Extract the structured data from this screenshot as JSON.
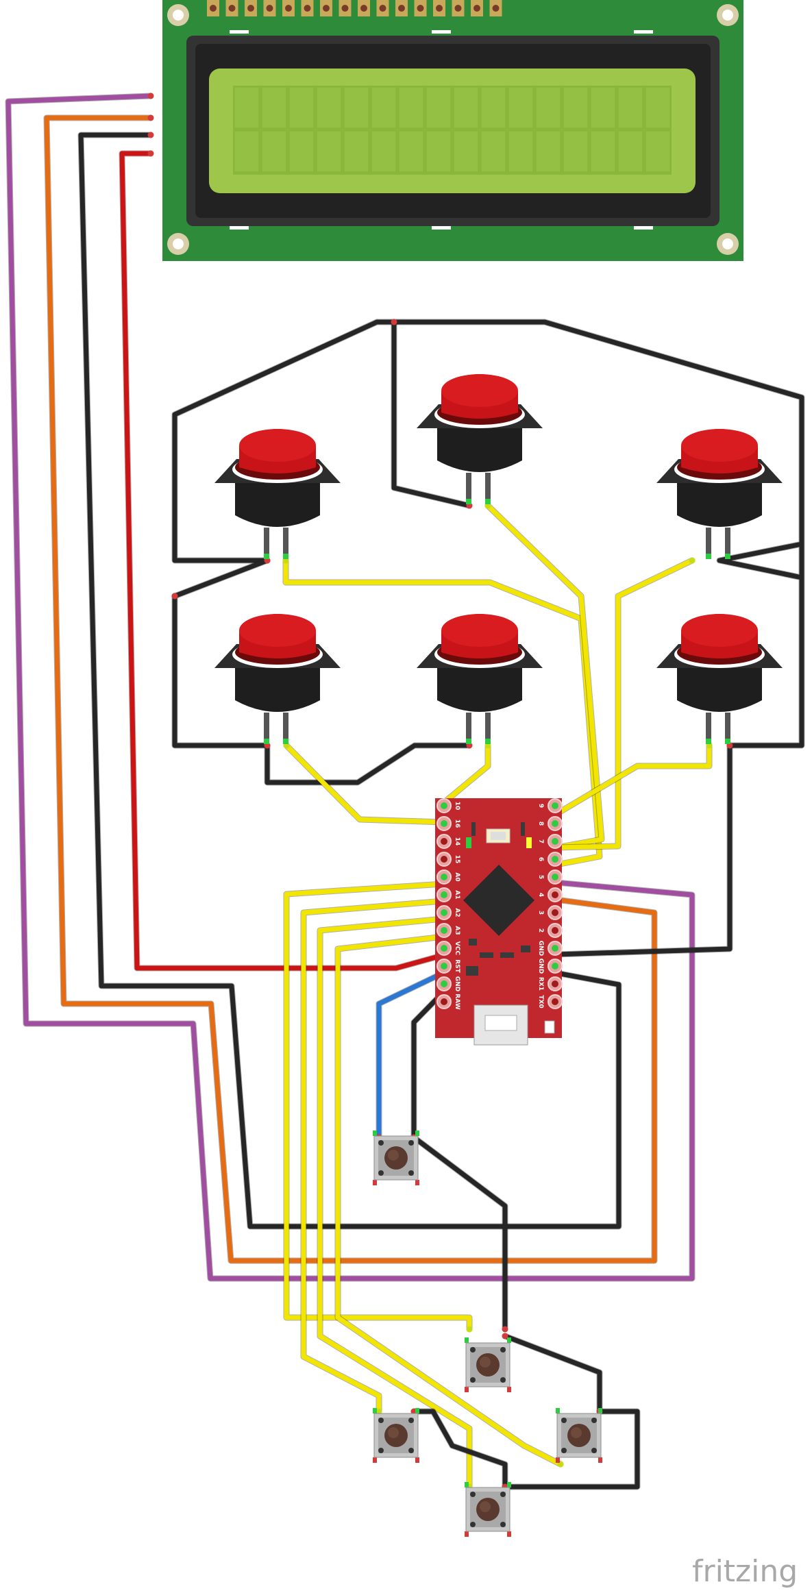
{
  "watermark": "fritzing",
  "board_left_pins": [
    "10",
    "16",
    "14",
    "15",
    "A0",
    "A1",
    "A2",
    "A3",
    "VCC",
    "RST",
    "GND",
    "RAW"
  ],
  "board_right_pins": [
    "9",
    "8",
    "7",
    "6",
    "5",
    "4",
    "3",
    "2",
    "GND",
    "GND",
    "RX1",
    "TX0"
  ],
  "colors": {
    "wire_yellow": "#f2e600",
    "wire_black": "#262626",
    "wire_red": "#cc1414",
    "wire_orange": "#e66c14",
    "wire_purple": "#a14ea0",
    "wire_blue": "#2b78d4",
    "pcb_green": "#2d8b3a",
    "lcd_screen": "#8ab83a",
    "board_red": "#c0282d",
    "button_red": "#c81418"
  }
}
